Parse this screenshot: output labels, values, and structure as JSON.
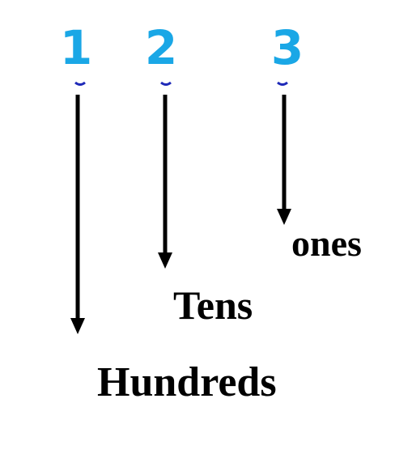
{
  "digits": [
    {
      "value": "1",
      "color": "#1aa7e6"
    },
    {
      "value": "2",
      "color": "#1aa7e6"
    },
    {
      "value": "3",
      "color": "#1aa7e6"
    }
  ],
  "place_values": {
    "ones": "ones",
    "tens": "Tens",
    "hundreds": "Hundreds"
  },
  "colors": {
    "digit": "#1aa7e6",
    "arrow": "#000000",
    "label": "#000000",
    "marker": "#1f2ab8"
  }
}
